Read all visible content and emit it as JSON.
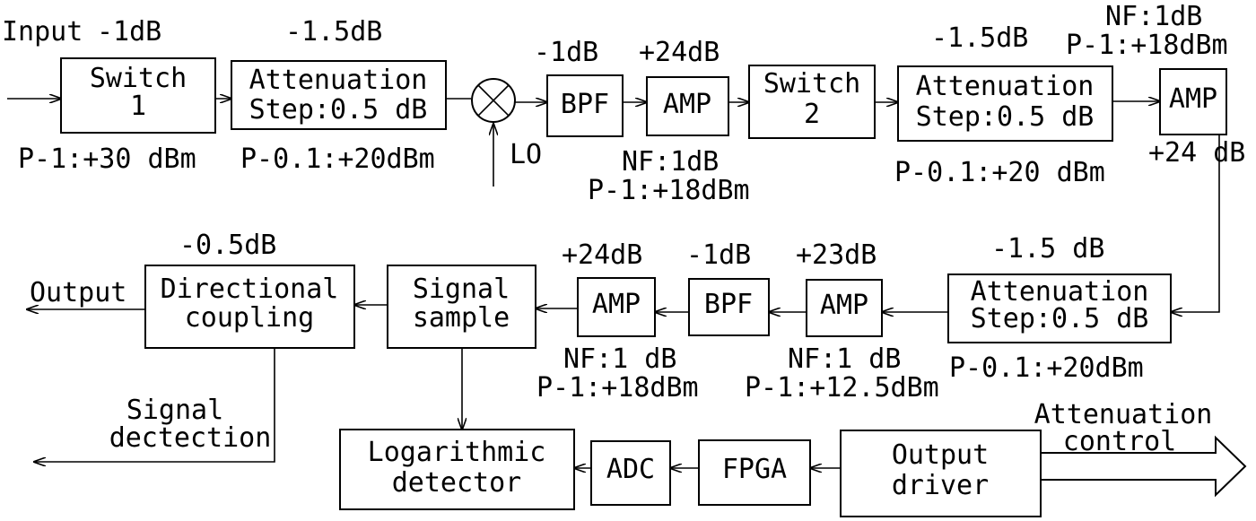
{
  "blocks": {
    "switch1": [
      "Switch",
      "1"
    ],
    "atten1": [
      "Attenuation",
      "Step:0.5 dB"
    ],
    "bpf1": "BPF",
    "amp1": "AMP",
    "switch2": [
      "Switch",
      "2"
    ],
    "atten2": [
      "Attenuation",
      "Step:0.5 dB"
    ],
    "amp2": "AMP",
    "atten3": [
      "Attenuation",
      "Step:0.5 dB"
    ],
    "amp3": "AMP",
    "bpf2": "BPF",
    "amp4": "AMP",
    "sample": [
      "Signal",
      "sample"
    ],
    "coupler": [
      "Directional",
      "coupling"
    ],
    "logdet": [
      "Logarithmic",
      "detector"
    ],
    "adc": "ADC",
    "fpga": "FPGA",
    "driver": [
      "Output",
      "driver"
    ]
  },
  "labels": {
    "input": "Input",
    "sw1_loss": "-1dB",
    "sw1_p1": "P-1:+30 dBm",
    "att1_loss": "-1.5dB",
    "att1_p01": "P-0.1:+20dBm",
    "lo": "LO",
    "bpf1_loss": "-1dB",
    "amp1_gain": "+24dB",
    "amp1_nf": "NF:1dB",
    "amp1_p1": "P-1:+18dBm",
    "att2_loss": "-1.5dB",
    "att2_p01": "P-0.1:+20 dBm",
    "amp2_nf": "NF:1dB",
    "amp2_p1": "P-1:+18dBm",
    "amp2_gain": "+24 dB",
    "att3_loss": "-1.5 dB",
    "att3_p01": "P-0.1:+20dBm",
    "amp3_gain": "+23dB",
    "amp3_nf": "NF:1 dB",
    "amp3_p1": "P-1:+12.5dBm",
    "bpf2_loss": "-1dB",
    "amp4_gain": "+24dB",
    "amp4_nf": "NF:1 dB",
    "amp4_p1": "P-1:+18dBm",
    "coupler_loss": "-0.5dB",
    "output": "Output",
    "sigdet": [
      "Signal",
      "dectection"
    ],
    "attctl": [
      "Attenuation",
      "control"
    ]
  }
}
